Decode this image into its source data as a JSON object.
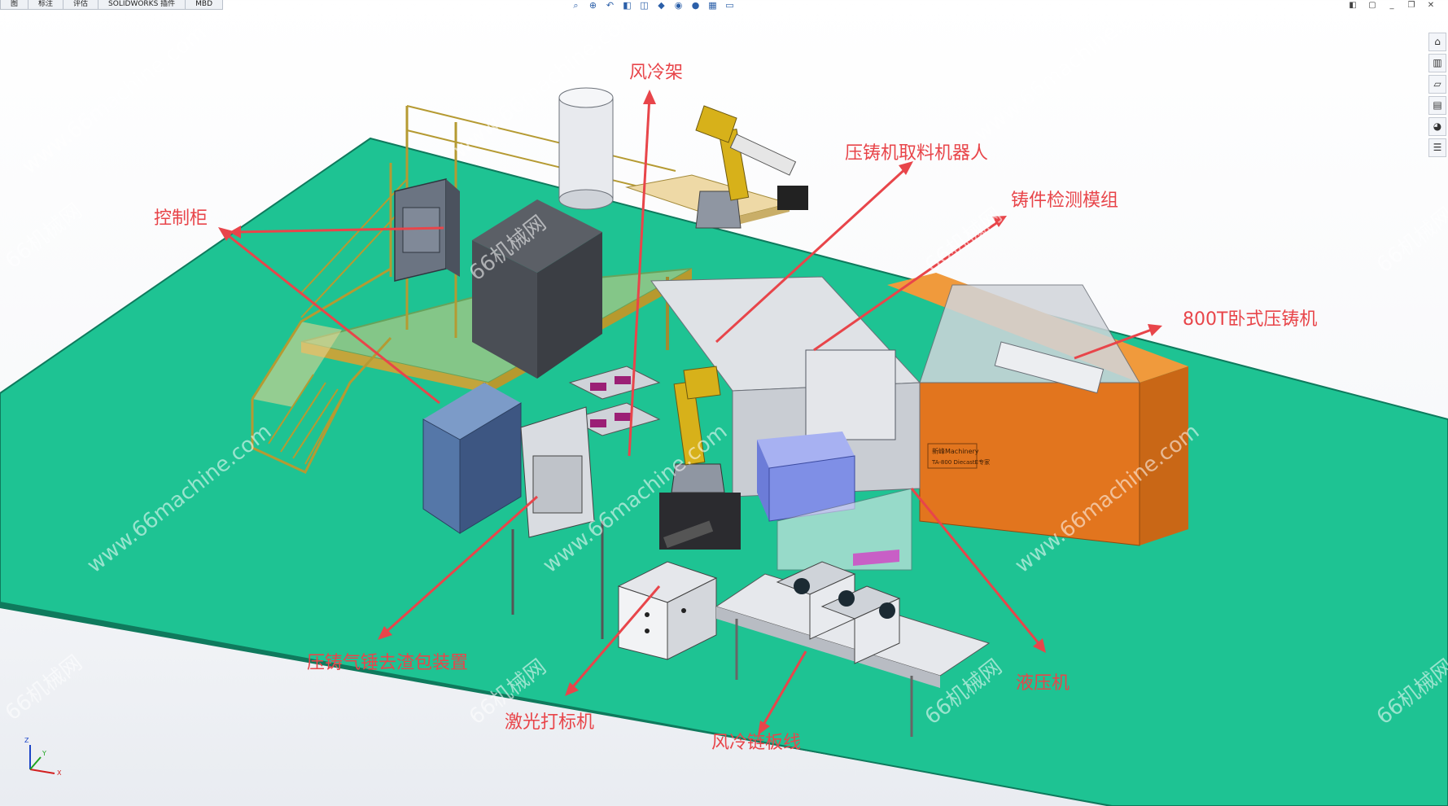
{
  "command_manager": {
    "tabs": [
      "图",
      "标注",
      "评估",
      "SOLIDWORKS 插件",
      "MBD"
    ]
  },
  "heads_up_toolbar": {
    "icons": [
      "zoom-to-fit-icon",
      "zoom-area-icon",
      "previous-view-icon",
      "section-view-icon",
      "view-orientation-icon",
      "display-style-icon",
      "hide-show-icon",
      "edit-appearance-icon",
      "apply-scene-icon",
      "view-settings-icon"
    ]
  },
  "window_controls": {
    "icons": [
      "restore-icon",
      "tile-icon",
      "minimize-icon",
      "maximize-icon",
      "close-icon"
    ]
  },
  "task_pane": {
    "icons": [
      "home-icon",
      "design-library-icon",
      "file-explorer-icon",
      "view-palette-icon",
      "appearances-icon",
      "custom-properties-icon"
    ]
  },
  "callouts": {
    "air_cooling_rack": "风冷架",
    "robot": "压铸机取料机器人",
    "inspection": "铸件检测模组",
    "control_cabinet": "控制柜",
    "die_casting_machine": "800T卧式压铸机",
    "slag_device": "压铸气锤去渣包装置",
    "laser_marker": "激光打标机",
    "conveyor": "风冷链板线",
    "hydraulic_press": "液压机"
  },
  "watermark": {
    "site": "www.66machine.com",
    "brand": "66机械网"
  },
  "machine_plate": {
    "line1": "新峰Machinery",
    "line2": "TA-800 DiecastE专家"
  },
  "triad": {
    "z": "Z",
    "y": "Y",
    "x": "X"
  },
  "colors": {
    "floor": "#1ec393",
    "floor_edge": "#0f7a5d",
    "callout": "#e8454a",
    "frame_yellow": "#c9ab3a",
    "machine_orange": "#e2751e",
    "robot_yellow": "#d7b11a",
    "blue_box": "#7f8fe6",
    "steel_blue": "#5577a8"
  }
}
